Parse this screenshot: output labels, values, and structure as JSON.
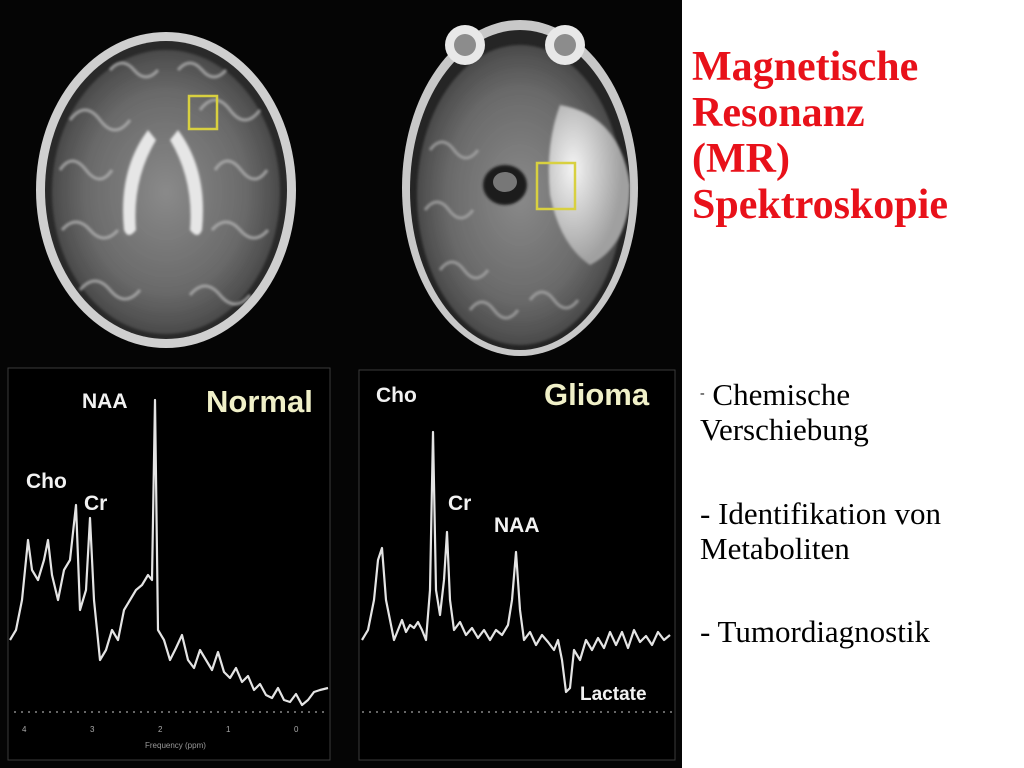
{
  "slide": {
    "title_lines": [
      "Magnetische",
      "Resonanz",
      "(MR)",
      "Spektroskopie"
    ],
    "bullets": [
      {
        "dash": "-",
        "lines": [
          "Chemische",
          "Verschiebung"
        ]
      },
      {
        "dash": "-",
        "lines": [
          "Identifikation von",
          "Metaboliten"
        ]
      },
      {
        "dash": "-",
        "lines": [
          "Tumordiagnostik"
        ]
      }
    ]
  },
  "figure": {
    "left_spectrum": {
      "title": "Normal",
      "peaks": {
        "naa": "NAA",
        "cho": "Cho",
        "cr": "Cr"
      },
      "axis_caption": "Frequency (ppm)"
    },
    "right_spectrum": {
      "title": "Glioma",
      "peaks": {
        "cho": "Cho",
        "cr": "Cr",
        "naa": "NAA",
        "lactate": "Lactate"
      }
    },
    "colors": {
      "roi_box": "#d8d040",
      "slide_title": "#e8111a"
    }
  }
}
